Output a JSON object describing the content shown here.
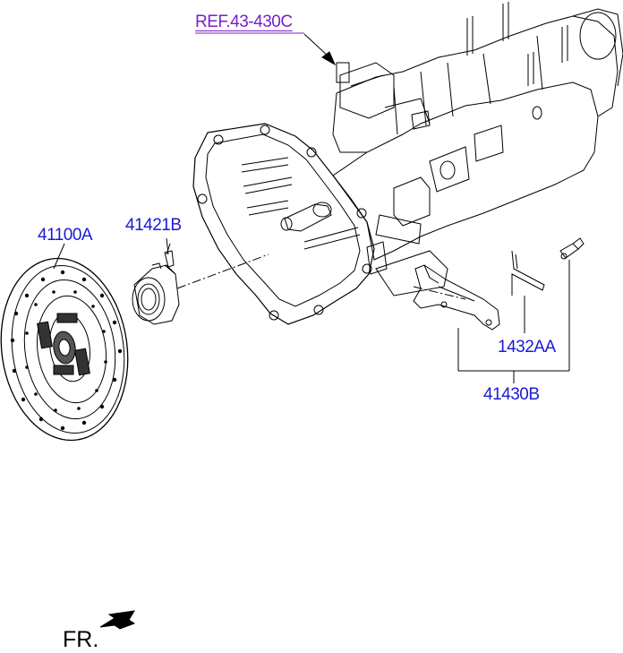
{
  "labels": {
    "ref": "REF.43-430C",
    "clutch_disc": "41100A",
    "release_bearing": "41421B",
    "spring_clip": "1432AA",
    "release_fork_group": "41430B"
  },
  "direction": {
    "text": "FR.",
    "icon": "arrow-icon"
  },
  "colors": {
    "ref_link": "#7a1fc9",
    "part_number": "#1a1ad6",
    "line": "#000000"
  }
}
